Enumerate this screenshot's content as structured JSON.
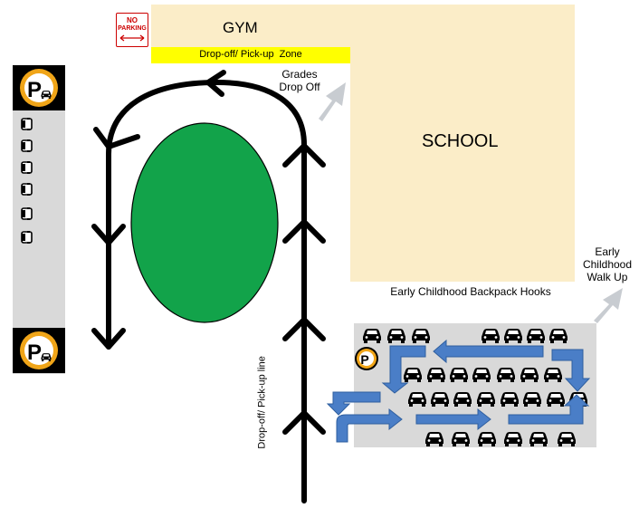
{
  "labels": {
    "gym": "GYM",
    "school": "SCHOOL",
    "zone": "Drop-off/ Pick-up  Zone",
    "grades_drop_off_line1": "Grades",
    "grades_drop_off_line2": "Drop Off",
    "early_childhood_walk_up_line1": "Early",
    "early_childhood_walk_up_line2": "Childhood",
    "early_childhood_walk_up_line3": "Walk Up",
    "backpack_hooks": "Early Childhood Backpack Hooks",
    "dropoff_pickup_line": "Drop-off/ Pick-up line",
    "no_parking_line1": "NO",
    "no_parking_line2": "PARKING",
    "parking_symbol": "P"
  },
  "colors": {
    "building": "#fbedc8",
    "zone_yellow": "#ffff00",
    "green_island": "#12a34a",
    "parking_lot": "#d9d9d9",
    "blue_arrow": "#4a7ec7",
    "light_arrow": "#c8ccd1",
    "route_black": "#000000",
    "no_parking_red": "#cc0000",
    "parking_sign_orange": "#f0a518"
  },
  "icons": [
    "no-parking-sign-icon",
    "parking-sign-icon",
    "car-icon",
    "car-front-icon",
    "arrow-icon"
  ]
}
